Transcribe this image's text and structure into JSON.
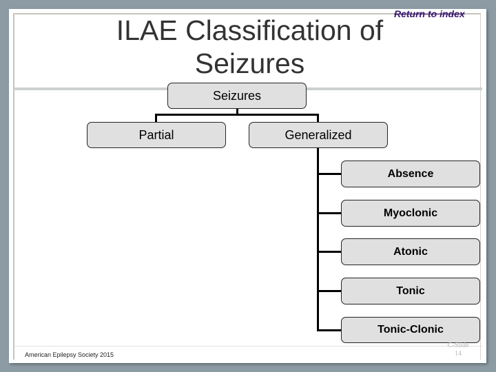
{
  "title": "ILAE Classification of Seizures",
  "return_link": "Return to index",
  "chart": {
    "root": "Seizures",
    "level1": [
      "Partial",
      "Generalized"
    ],
    "generalized_children": [
      "Absence",
      "Myoclonic",
      "Atonic",
      "Tonic",
      "Tonic-Clonic"
    ]
  },
  "footer": {
    "credit": "American Epilepsy Society 2015",
    "slide_label": "C-Slide",
    "slide_number": "14"
  },
  "colors": {
    "border": "#8d9ca4",
    "box_fill": "#e0e0e0",
    "link": "#3b1a6e"
  }
}
